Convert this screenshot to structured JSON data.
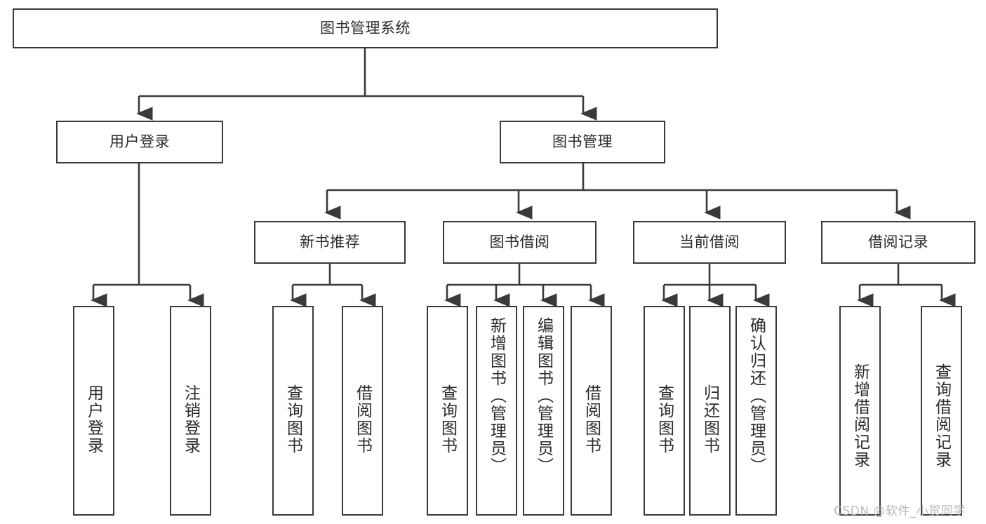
{
  "diagram": {
    "type": "tree",
    "title_node": "图书管理系统",
    "orientation": "top-down",
    "watermark": "CSDN @软件_小贺同学",
    "line_color": "#3a3a3a",
    "box_fill": "#ffffff",
    "text_color": "#2b2b2b"
  },
  "nodes": {
    "root": {
      "label": "图书管理系统",
      "level": 1
    },
    "l2": [
      {
        "id": "user-login",
        "label": "用户登录",
        "level": 2
      },
      {
        "id": "book-manage",
        "label": "图书管理",
        "level": 2
      }
    ],
    "l3": [
      {
        "id": "new-book-recommend",
        "label": "新书推荐",
        "level": 3,
        "parent": "book-manage"
      },
      {
        "id": "book-borrow",
        "label": "图书借阅",
        "level": 3,
        "parent": "book-manage"
      },
      {
        "id": "current-borrow",
        "label": "当前借阅",
        "level": 3,
        "parent": "book-manage"
      },
      {
        "id": "borrow-record",
        "label": "借阅记录",
        "level": 3,
        "parent": "book-manage"
      }
    ],
    "leaves": [
      {
        "id": "leaf-user-login",
        "label": "用户登录",
        "parent": "user-login"
      },
      {
        "id": "leaf-user-logout",
        "label": "注销登录",
        "parent": "user-login"
      },
      {
        "id": "leaf-query-book-1",
        "label": "查询图书",
        "parent": "new-book-recommend"
      },
      {
        "id": "leaf-borrow-book-1",
        "label": "借阅图书",
        "parent": "new-book-recommend"
      },
      {
        "id": "leaf-query-book-2",
        "label": "查询图书",
        "parent": "book-borrow"
      },
      {
        "id": "leaf-add-book",
        "label": "新增图书（管理员）",
        "parent": "book-borrow"
      },
      {
        "id": "leaf-edit-book",
        "label": "编辑图书（管理员）",
        "parent": "book-borrow"
      },
      {
        "id": "leaf-borrow-book-2",
        "label": "借阅图书",
        "parent": "book-borrow"
      },
      {
        "id": "leaf-query-book-3",
        "label": "查询图书",
        "parent": "current-borrow"
      },
      {
        "id": "leaf-return-book",
        "label": "归还图书",
        "parent": "current-borrow"
      },
      {
        "id": "leaf-confirm-return",
        "label": "确认归还（管理员）",
        "parent": "current-borrow"
      },
      {
        "id": "leaf-add-record",
        "label": "新增借阅记录",
        "parent": "borrow-record"
      },
      {
        "id": "leaf-query-record",
        "label": "查询借阅记录",
        "parent": "borrow-record"
      }
    ]
  }
}
